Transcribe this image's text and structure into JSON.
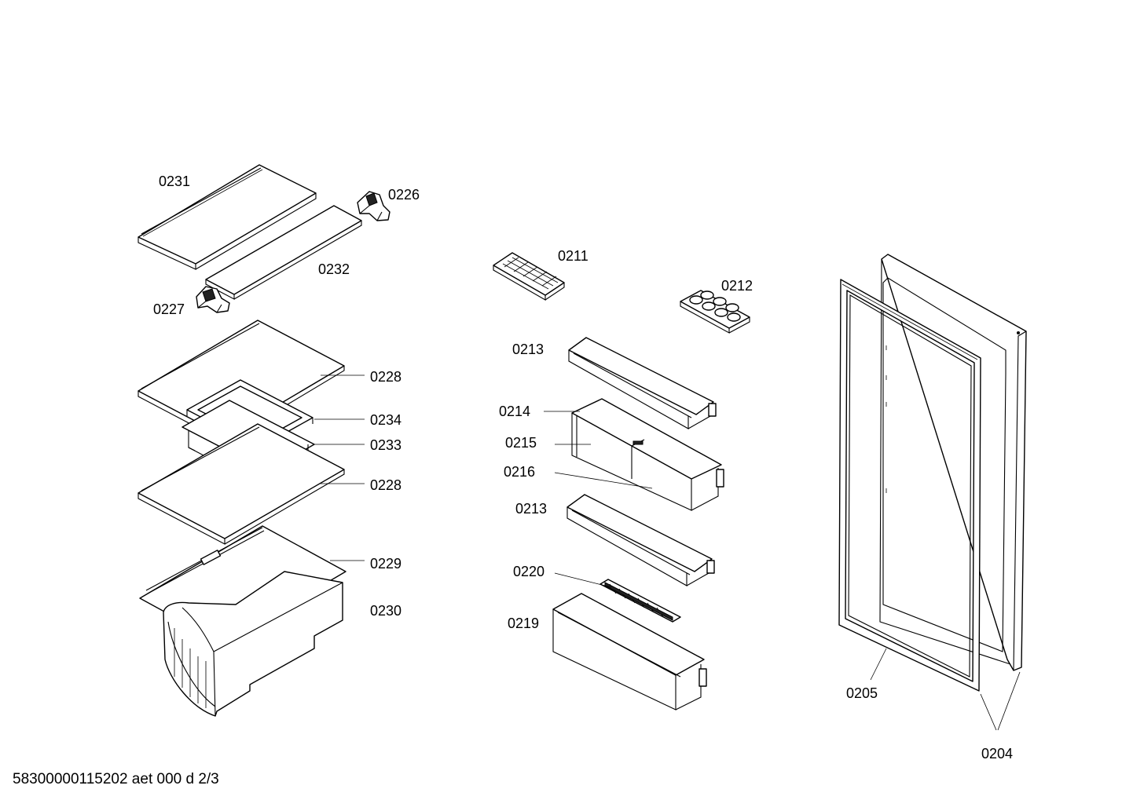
{
  "labels": {
    "l0231": "0231",
    "l0226": "0226",
    "l0232": "0232",
    "l0227": "0227",
    "l0228a": "0228",
    "l0234": "0234",
    "l0233": "0233",
    "l0228b": "0228",
    "l0229": "0229",
    "l0230": "0230",
    "l0211": "0211",
    "l0212": "0212",
    "l0213a": "0213",
    "l0214": "0214",
    "l0215": "0215",
    "l0216": "0216",
    "l0213b": "0213",
    "l0220": "0220",
    "l0219": "0219",
    "l0205": "0205",
    "l0204": "0204"
  },
  "footer": {
    "doc_code": "58300000115202 aet 000 d 2/3"
  }
}
